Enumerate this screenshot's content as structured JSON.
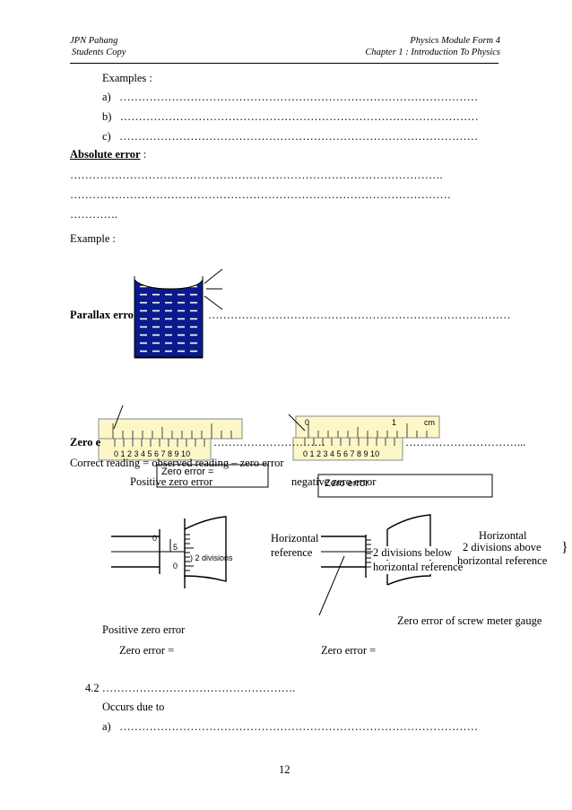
{
  "header": {
    "left_line1": "JPN Pahang",
    "left_line2": "Students Copy",
    "right_line1": "Physics Module Form 4",
    "right_line2": "Chapter 1 : Introduction To Physics"
  },
  "examples": {
    "label": "Examples :",
    "items": [
      {
        "letter": "a)",
        "dots": "……………………………………………………………………………………"
      },
      {
        "letter": "b)",
        "dots": "……………………………………………………………………………………"
      },
      {
        "letter": "c)",
        "dots": "……………………………………………………………………………………"
      }
    ]
  },
  "absolute_error": {
    "heading": "Absolute error",
    "colon": " :",
    "line1": "……………………………………………………………………………………….",
    "line2": "…………………………………………………………………………………………",
    "line3": "…………."
  },
  "example_label": "Example :",
  "parallax": {
    "heading": "Parallax erro",
    "dots": "………………………………………………………………………"
  },
  "zero_error": {
    "heading": "Zero e",
    "dots_mid": "…………………………",
    "dots_right": "…………………………...",
    "correct_reading": "Correct reading = observed reading – zero error",
    "zero_error_eq": "Zero error =",
    "zero_error_label": "Zero error",
    "positive_label": "Positive zero error",
    "negative_label": "negative zero error",
    "ruler_zero": "0",
    "ruler_one": "1",
    "ruler_cm": "cm",
    "vernier_scale": "0 1  2 3  4 5  6  7  8 9 10"
  },
  "micrometer": {
    "scale_labels": [
      "0",
      "5",
      "0"
    ],
    "two_divisions": ") 2 divisions",
    "horizontal_reference_left": "Horizontal reference",
    "two_divisions_below": "2 divisions below",
    "horizontal_reference_below": "horizontal reference",
    "right_horizontal": "Horizontal",
    "right_divisions_above": "2 divisions above",
    "right_reference": "horizontal reference",
    "brace": "}",
    "positive_label": "Positive zero error",
    "zero_error_screw": "Zero error of screw meter gauge",
    "zero_error_left": "Zero error =",
    "zero_error_right": "Zero error ="
  },
  "section_42": {
    "number": "4.2",
    "dots": "…………………………………………….",
    "occurs": "Occurs due to",
    "item_letter": "a)",
    "item_dots": "……………………………………………………………………………………"
  },
  "page_number": "12"
}
